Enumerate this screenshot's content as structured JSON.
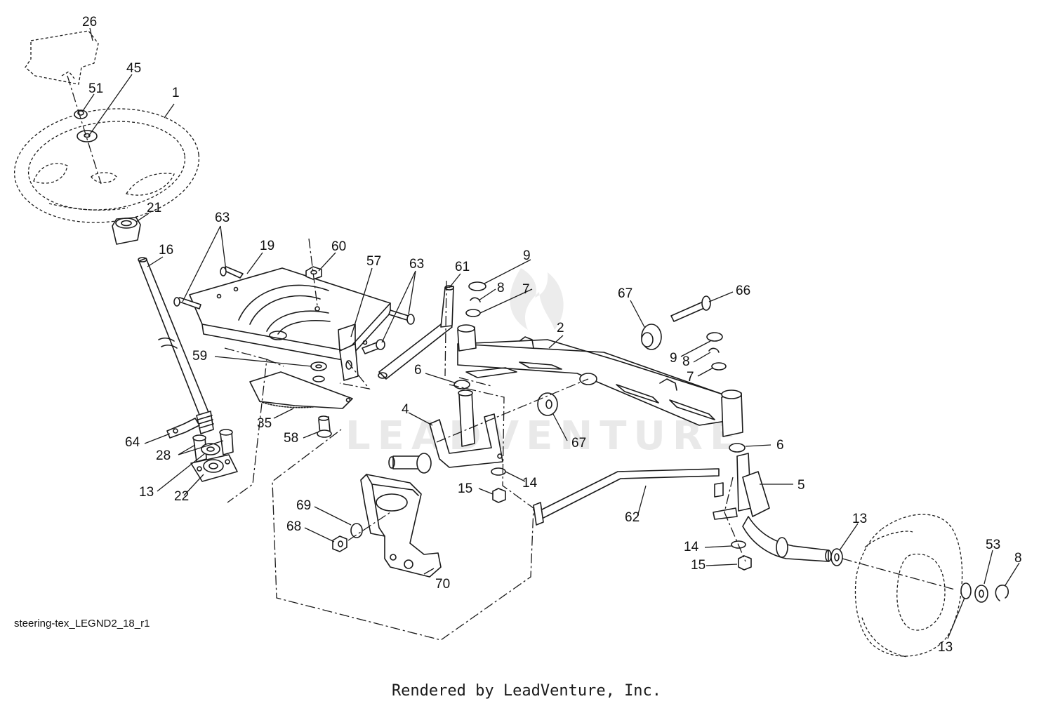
{
  "diagram": {
    "drawing_code": "steering-tex_LEGND2_18_r1",
    "watermark": "LEADVENTURE",
    "footer": "Rendered by LeadVenture, Inc.",
    "callouts": [
      {
        "id": "c26",
        "label": "26"
      },
      {
        "id": "c45",
        "label": "45"
      },
      {
        "id": "c51",
        "label": "51"
      },
      {
        "id": "c1",
        "label": "1"
      },
      {
        "id": "c21",
        "label": "21"
      },
      {
        "id": "c16",
        "label": "16"
      },
      {
        "id": "c63a",
        "label": "63"
      },
      {
        "id": "c19",
        "label": "19"
      },
      {
        "id": "c60",
        "label": "60"
      },
      {
        "id": "c57",
        "label": "57"
      },
      {
        "id": "c63b",
        "label": "63"
      },
      {
        "id": "c61",
        "label": "61"
      },
      {
        "id": "c9a",
        "label": "9"
      },
      {
        "id": "c8a",
        "label": "8"
      },
      {
        "id": "c7a",
        "label": "7"
      },
      {
        "id": "c67a",
        "label": "67"
      },
      {
        "id": "c66",
        "label": "66"
      },
      {
        "id": "c2",
        "label": "2"
      },
      {
        "id": "c9b",
        "label": "9"
      },
      {
        "id": "c8b",
        "label": "8"
      },
      {
        "id": "c7b",
        "label": "7"
      },
      {
        "id": "c59",
        "label": "59"
      },
      {
        "id": "c6a",
        "label": "6"
      },
      {
        "id": "c4",
        "label": "4"
      },
      {
        "id": "c35",
        "label": "35"
      },
      {
        "id": "c58",
        "label": "58"
      },
      {
        "id": "c67b",
        "label": "67"
      },
      {
        "id": "c6b",
        "label": "6"
      },
      {
        "id": "c64",
        "label": "64"
      },
      {
        "id": "c28",
        "label": "28"
      },
      {
        "id": "c13a",
        "label": "13"
      },
      {
        "id": "c22",
        "label": "22"
      },
      {
        "id": "c15a",
        "label": "15"
      },
      {
        "id": "c14a",
        "label": "14"
      },
      {
        "id": "c5",
        "label": "5"
      },
      {
        "id": "c62",
        "label": "62"
      },
      {
        "id": "c69",
        "label": "69"
      },
      {
        "id": "c68",
        "label": "68"
      },
      {
        "id": "c13b",
        "label": "13"
      },
      {
        "id": "c14b",
        "label": "14"
      },
      {
        "id": "c15b",
        "label": "15"
      },
      {
        "id": "c53",
        "label": "53"
      },
      {
        "id": "c8c",
        "label": "8"
      },
      {
        "id": "c70",
        "label": "70"
      },
      {
        "id": "c13c",
        "label": "13"
      }
    ]
  }
}
